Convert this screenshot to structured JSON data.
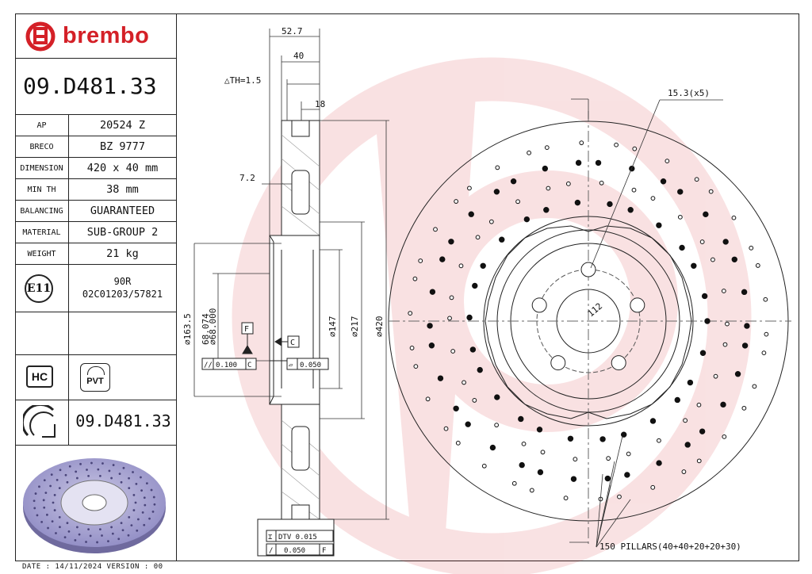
{
  "brand": {
    "name": "brembo",
    "color": "#d42027"
  },
  "part_number": "09.D481.33",
  "specs": [
    {
      "key": "AP",
      "value": "20524 Z"
    },
    {
      "key": "BRECO",
      "value": "BZ 9777"
    },
    {
      "key": "DIMENSION",
      "value": "420 x 40 mm"
    },
    {
      "key": "MIN TH",
      "value": "38 mm"
    },
    {
      "key": "BALANCING",
      "value": "GUARANTEED"
    },
    {
      "key": "MATERIAL",
      "value": "SUB-GROUP 2"
    },
    {
      "key": "WEIGHT",
      "value": "21 kg"
    }
  ],
  "homologation": {
    "mark": "E11",
    "line1": "90R",
    "line2": "02C01203/57821"
  },
  "badges": {
    "hc": "HC",
    "pvt": "PVT"
  },
  "bottom_part_number": "09.D481.33",
  "footer": "DATE : 14/11/2024 VERSION : 00",
  "drawing": {
    "dims": {
      "d52_7": "52.7",
      "d40": "40",
      "th": "△TH=1.5",
      "d18": "18",
      "d7_2": "7.2",
      "d163_5": "⌀163.5",
      "d68_074": "68.074",
      "d68_000": "⌀68.000",
      "d147": "⌀147",
      "d217": "⌀217",
      "d420": "⌀420",
      "holes": "15.3(x5)",
      "pcd": "112",
      "pillars": "150 PILLARS(40+40+20+20+30)"
    },
    "datums": {
      "f": "F",
      "c": "C"
    },
    "tolerances": {
      "parallel": "0.100",
      "parallel_ref": "C",
      "flat": "0.050",
      "dtv_label": "DTV 0.015",
      "runout": "0.050",
      "runout_ref": "F"
    }
  }
}
